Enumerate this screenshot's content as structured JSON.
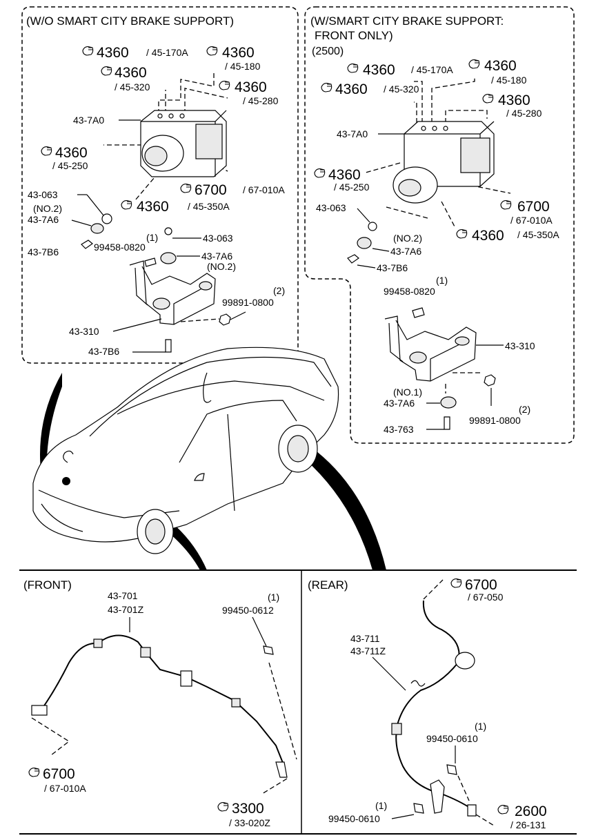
{
  "panel_without": {
    "title": "(W/O SMART CITY BRAKE SUPPORT)",
    "refs": [
      {
        "main": "4360",
        "sub": "/ 45-170A"
      },
      {
        "main": "4360",
        "sub": "/ 45-180"
      },
      {
        "main": "4360",
        "sub": "/ 45-320"
      },
      {
        "main": "4360",
        "sub": "/ 45-280"
      },
      {
        "main": "4360",
        "sub": "/ 45-250"
      },
      {
        "main": "6700",
        "sub": "/ 67-010A"
      },
      {
        "main": "4360",
        "sub": "/ 45-350A"
      }
    ],
    "labels": {
      "hcu": "43-7A0",
      "bolt_a": "43-063",
      "no2": "(NO.2)",
      "insul": "43-7A6",
      "bolt_b": "43-7B6",
      "qty1": "(1)",
      "bolt_99458": "99458-0820",
      "bolt_063b": "43-063",
      "insul_b": "43-7A6",
      "no2b": "(NO.2)",
      "qty2": "(2)",
      "nut": "99891-0800",
      "bracket": "43-310",
      "bolt_c": "43-7B6"
    }
  },
  "panel_with": {
    "title_line1": "(W/SMART CITY BRAKE SUPPORT:",
    "title_line2": "FRONT ONLY)",
    "code": "(2500)",
    "refs": [
      {
        "main": "4360",
        "sub": "/ 45-170A"
      },
      {
        "main": "4360",
        "sub": "/ 45-180"
      },
      {
        "main": "4360",
        "sub": "/ 45-320"
      },
      {
        "main": "4360",
        "sub": "/ 45-280"
      },
      {
        "main": "4360",
        "sub": "/ 45-250"
      },
      {
        "main": "6700",
        "sub": "/ 67-010A"
      },
      {
        "main": "4360",
        "sub": "/ 45-350A"
      }
    ],
    "labels": {
      "hcu": "43-7A0",
      "bolt_a": "43-063",
      "no2": "(NO.2)",
      "insul": "43-7A6",
      "bolt_b": "43-7B6",
      "qty1": "(1)",
      "bolt_99458": "99458-0820",
      "bracket": "43-310",
      "no1": "(NO.1)",
      "insul_b": "43-7A6",
      "qty2": "(2)",
      "nut": "99891-0800",
      "bolt_c": "43-763"
    }
  },
  "front": {
    "title": "(FRONT)",
    "sensor_1": "43-701",
    "sensor_2": "43-701Z",
    "qty": "(1)",
    "bolt": "99450-0612",
    "ref1": {
      "main": "6700",
      "sub": "/ 67-010A"
    },
    "ref2": {
      "main": "3300",
      "sub": "/ 33-020Z"
    }
  },
  "rear": {
    "title": "(REAR)",
    "sensor_1": "43-711",
    "sensor_2": "43-711Z",
    "qty_a": "(1)",
    "bolt_a": "99450-0610",
    "qty_b": "(1)",
    "bolt_b": "99450-0610",
    "ref1": {
      "main": "6700",
      "sub": "/ 67-050"
    },
    "ref2": {
      "main": "2600",
      "sub": "/ 26-131"
    }
  }
}
